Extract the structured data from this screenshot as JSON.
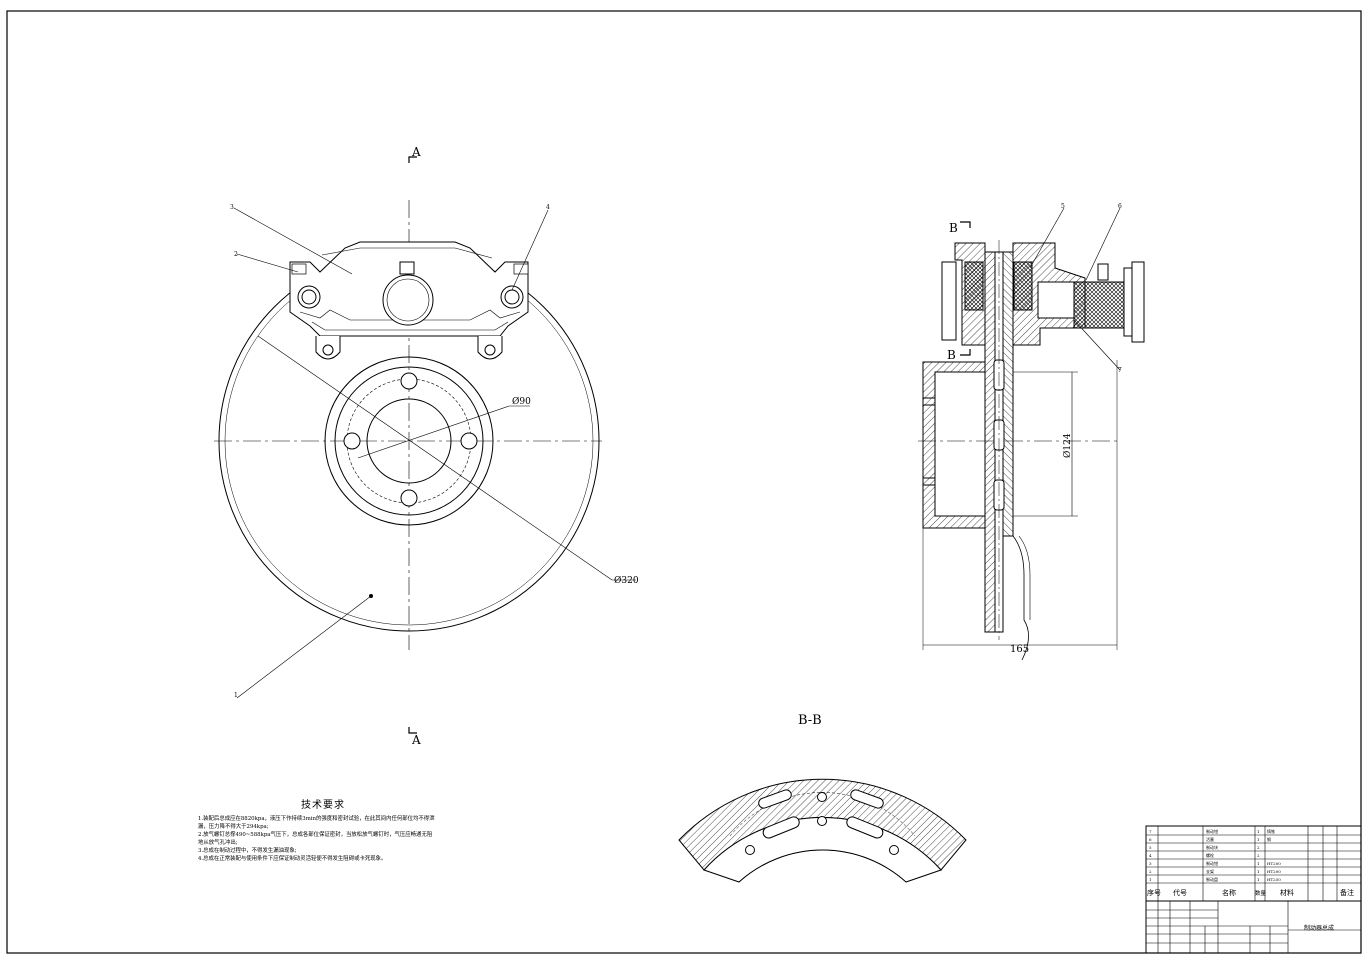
{
  "views": {
    "section_a_top": "A",
    "section_a_bottom": "A",
    "section_b_top": "B",
    "section_b_bottom": "B",
    "section_bb_title": "B-B"
  },
  "dimensions": {
    "d90": "Ø90",
    "d320": "Ø320",
    "d124": "Ø124",
    "w165": "165"
  },
  "balloons": {
    "b1": "1",
    "b2": "2",
    "b3": "3",
    "b4": "4",
    "b5": "5",
    "b6": "6",
    "b7": "7"
  },
  "tech_requirements": {
    "title": "技术要求",
    "lines": [
      "1.装配后总成应在8820kpa，液压下作持续3min的强度和密封试验，在此其间内任何部位均不得泄",
      "漏，压力降不得大于294kpa;",
      "2.放气螺钉总撑490~588kpa气压下，总成各部位保证密封，当放松放气螺钉时，气压应畅通无阻",
      "地从放气孔冲出;",
      "3.总成在制动过程中，不得发生漏油现象;",
      "4.总成在正常装配与使用条件下应保证制动灵活轻便不得发生阻碍或卡死现象。"
    ]
  },
  "title_block": {
    "header_no": "序号",
    "header_code": "代号",
    "header_name": "名称",
    "header_qty": "数量",
    "header_material": "材料",
    "header_remarks": "备注",
    "drawing_name": "制动器总成",
    "parts": [
      {
        "no": "7",
        "name": "制动钳",
        "qty": "1",
        "material": "铸铁"
      },
      {
        "no": "6",
        "name": "活塞",
        "qty": "1",
        "material": "钢"
      },
      {
        "no": "5",
        "name": "制动块",
        "qty": "2",
        "material": ""
      },
      {
        "no": "4",
        "name": "螺栓",
        "qty": "2",
        "material": ""
      },
      {
        "no": "3",
        "name": "制动钳",
        "qty": "1",
        "material": "HT200"
      },
      {
        "no": "2",
        "name": "支架",
        "qty": "1",
        "material": "HT200"
      },
      {
        "no": "1",
        "name": "制动盘",
        "qty": "1",
        "material": "HT250"
      }
    ]
  }
}
